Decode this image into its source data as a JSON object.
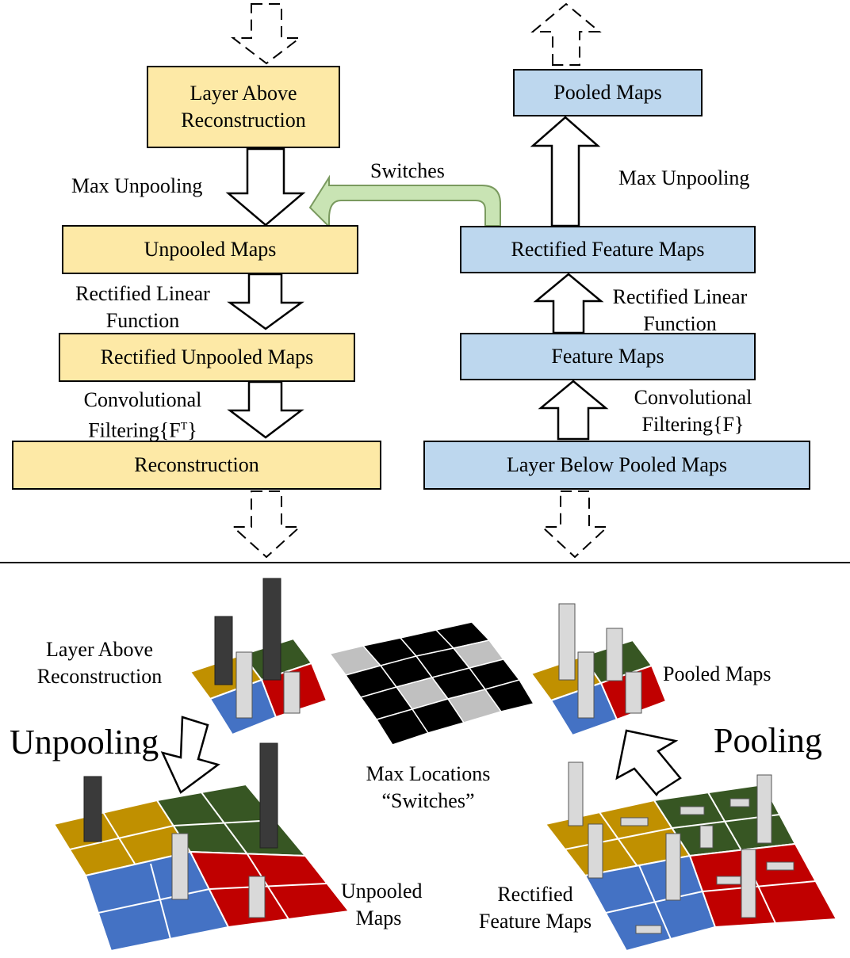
{
  "left_column": {
    "box_layer_above": "Layer Above\nReconstruction",
    "label_max_unpooling": "Max Unpooling",
    "box_unpooled": "Unpooled Maps",
    "label_rectified": "Rectified Linear\nFunction",
    "box_rect_unpooled": "Rectified Unpooled Maps",
    "label_conv": "Convolutional",
    "label_filtering": "Filtering{F",
    "label_filtering_sup": "T",
    "label_filtering_end": "}",
    "box_reconstruction": "Reconstruction"
  },
  "right_column": {
    "box_pooled": "Pooled Maps",
    "label_max_unpooling": "Max Unpooling",
    "box_rect_feature": "Rectified Feature Maps",
    "label_rectified": "Rectified Linear\nFunction",
    "box_feature": "Feature Maps",
    "label_conv": "Convolutional\nFiltering{F}",
    "box_layer_below": "Layer Below Pooled Maps"
  },
  "switches_label": "Switches",
  "bottom": {
    "layer_above_recon": "Layer Above\nReconstruction",
    "unpooling": "Unpooling",
    "max_locations": "Max Locations\n“Switches”",
    "unpooled_maps": "Unpooled\nMaps",
    "pooled_maps": "Pooled Maps",
    "pooling": "Pooling",
    "rectified_feature_maps": "Rectified\nFeature Maps"
  },
  "colors": {
    "yellow_box": "#fde9a6",
    "blue_box": "#bdd7ee",
    "switch_arrow": "#c9e4b4",
    "tile_gold": "#c09000",
    "tile_green": "#375623",
    "tile_blue": "#4472c4",
    "tile_red": "#c00000",
    "bar_dark": "#3a3a3a",
    "bar_light": "#d9d9d9"
  }
}
